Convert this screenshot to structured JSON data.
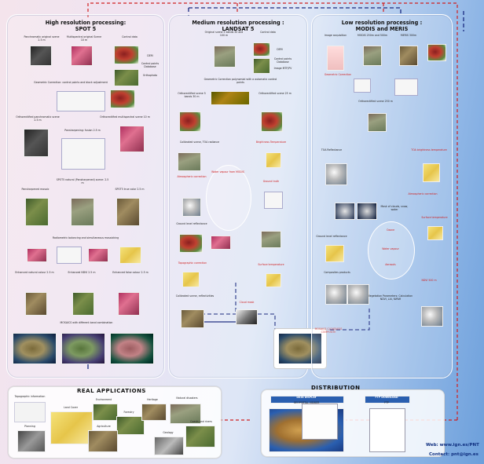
{
  "panels": {
    "spot5": {
      "title": "High resolution processing:",
      "subtitle": "SPOT 5"
    },
    "landsat": {
      "title": "Medium resolution processing :",
      "subtitle": "LANDSAT 5"
    },
    "modis": {
      "title": "Low resolution processing :",
      "subtitle": "MODIS and MERIS"
    }
  },
  "spot5_labels": [
    "Panchromatic original scene 2.5 m",
    "Multispectral original Scene 10 m",
    "Control data",
    "DEM",
    "Control points Database",
    "Orthophoto",
    "Geometric Correction: control points and block adjustment",
    "Orthorectified multispectral scene 10 m",
    "Orthorectified panchromatic scene 2.5 m",
    "Pansharpening: fusion 2.5 m",
    "SPOT5 natural (Pansharpened) scene: 2.5 m",
    "Pansharpened mosaic",
    "SPOT5 true color 2.5 m",
    "Radiometric balancing and simultaneous mosaicking",
    "Enhanced natural colour 2.5 m",
    "Enhanced NDVI 2.5 m",
    "Enhanced false colour 2.5 m",
    "MOSAICS with different band combination"
  ],
  "landsat_labels": [
    "Original scene 5 bands 30 and 100 m",
    "Control data",
    "DEM",
    "Control points Database",
    "Image MTF/PV",
    "Geometric Correction polynomial with a automatic control points",
    "Orthorectified scene 5 bands 30 m",
    "Orthorectified scene 25 m",
    "Calibrated scene, TOA radiance",
    "Brightness Temperature",
    "Atmospheric correction",
    "Ground truth",
    "Topographic correction",
    "Water vapour from MODIS",
    "Ground level reflectance",
    "Surface temperature",
    "Calibrated scene, reflectivities",
    "Cloud mask",
    "MOSAICS CLOUDLESS COMPOSITE"
  ],
  "modis_labels": [
    "Image acquisition",
    "MODIS 250m and 500m",
    "MERIS 300m",
    "Geometric Correction",
    "Orthorectified scene 250 m",
    "TOA Reflectance",
    "TOA brightness temperature",
    "Atmospheric correction",
    "Mask of clouds, snow, water",
    "Surface temperature",
    "Vegetation Parameters: Calculation NDVI, LAI, fAPAR",
    "Composites products",
    "NDVI 500 m",
    "Ozone",
    "Water vapour",
    "Aerosols",
    "Ground level reflectance"
  ],
  "applications": {
    "title": "REAL APPLICATIONS",
    "items": [
      "Topographic information",
      "Land Cover",
      "Environment",
      "Forestry",
      "Heritage",
      "Natural disasters",
      "Agriculture",
      "Planning",
      "Geology",
      "Coasts and rivers"
    ]
  },
  "distribution": {
    "title": "DISTRIBUTION",
    "data_display": "DATA DISPLAY",
    "data_display_sub": "GEOPORTAL VIEWER",
    "ftp": "FTP DOWNLOAD",
    "ftp_sub": "FTP"
  },
  "footer": {
    "web": "Web: www.ign.es/PNT",
    "contact": "Contact: pnt@ign.es"
  }
}
